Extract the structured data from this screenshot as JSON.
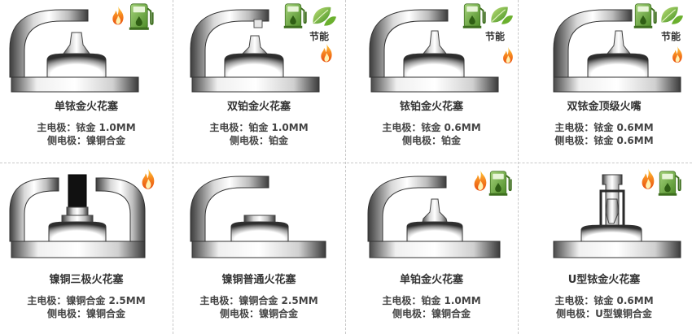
{
  "colors": {
    "metal_light": "#f2f2f2",
    "metal_dark": "#3a3a3a",
    "flame_orange": "#f47a1f",
    "flame_yellow": "#ffd23c",
    "pump_green": "#7ab648",
    "leaf_green": "#8cc63f",
    "divider": "#c8c8c8"
  },
  "badges": {
    "energy_saving": "节能"
  },
  "cells": [
    {
      "title": "单铱金火花塞",
      "spec1": "主电极：铱金 1.0MM",
      "spec2": "侧电极：镍铜合金",
      "icons": [
        "flame-icon",
        "fuel-pump-icon"
      ],
      "eco": false
    },
    {
      "title": "双铂金火花塞",
      "spec1": "主电极：铂金 1.0MM",
      "spec2": "侧电极：铂金",
      "icons": [
        "fuel-pump-icon",
        "leaf-icon",
        "flame-icon"
      ],
      "eco": true
    },
    {
      "title": "铱铂金火花塞",
      "spec1": "主电极：铱金 0.6MM",
      "spec2": "侧电极：铂金",
      "icons": [
        "fuel-pump-icon",
        "leaf-icon",
        "flame-icon"
      ],
      "eco": true
    },
    {
      "title": "双铱金顶级火嘴",
      "spec1": "主电极：铱金 0.6MM",
      "spec2": "侧电极：铱金 0.6MM",
      "icons": [
        "fuel-pump-icon",
        "leaf-icon",
        "flame-icon"
      ],
      "eco": true
    },
    {
      "title": "镍铜三极火花塞",
      "spec1": "主电极：镍铜合金 2.5MM",
      "spec2": "侧电极：镍铜合金",
      "icons": [
        "flame-icon"
      ],
      "eco": false
    },
    {
      "title": "镍铜普通火花塞",
      "spec1": "主电极：镍铜合金 2.5MM",
      "spec2": "侧电极：镍铜合金",
      "icons": [],
      "eco": false
    },
    {
      "title": "单铂金火花塞",
      "spec1": "主电极：铂金 1.0MM",
      "spec2": "侧电极：镍铜合金",
      "icons": [
        "flame-icon",
        "fuel-pump-icon"
      ],
      "eco": false
    },
    {
      "title": "U型铱金火花塞",
      "spec1": "主电极：铱金 0.6MM",
      "spec2": "侧电极：U型镍铜合金",
      "icons": [
        "flame-icon",
        "fuel-pump-icon"
      ],
      "eco": false
    }
  ]
}
